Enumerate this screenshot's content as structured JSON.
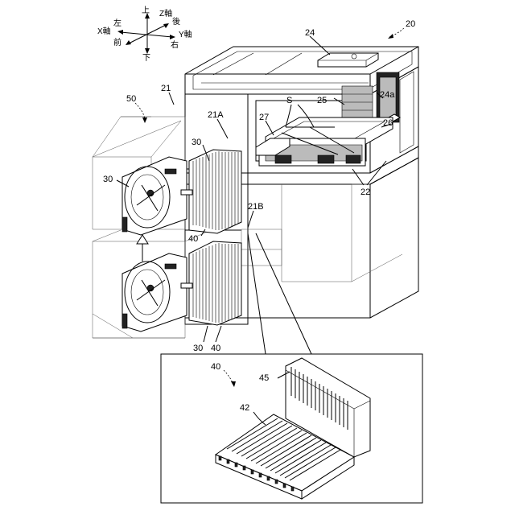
{
  "axes": {
    "up": "上",
    "z_axis": "Z軸",
    "left": "左",
    "back": "後",
    "x_axis": "X軸",
    "y_axis": "Y軸",
    "front": "前",
    "right": "右",
    "down": "下"
  },
  "labels": {
    "device": "20",
    "top_unit": "24",
    "load_port": "21",
    "stocker": "50",
    "upper_port": "21A",
    "lower_port": "21B",
    "carrier_upper": "30",
    "carrier_left": "30",
    "carrier_bottom": "30",
    "cassette_mid": "40",
    "cassette_bottom": "40",
    "substrate": "S",
    "part_25": "25",
    "part_24a": "24a",
    "part_26": "26",
    "part_27": "27",
    "table": "22",
    "inset_cassette": "40",
    "inset_45": "45",
    "inset_42": "42"
  }
}
